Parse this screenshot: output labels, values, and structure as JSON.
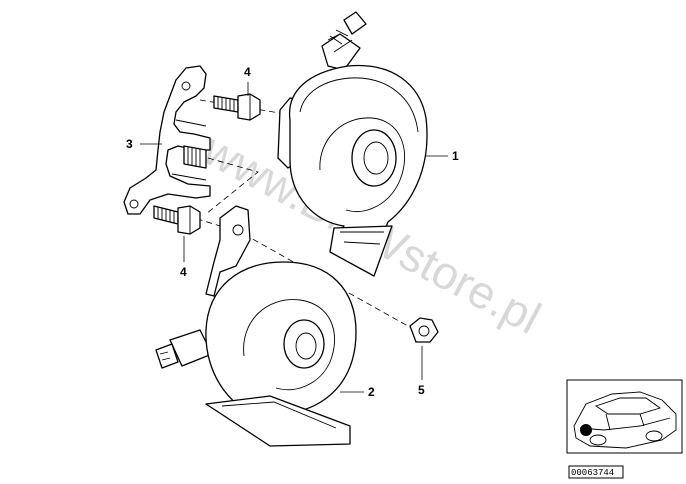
{
  "diagram": {
    "callouts": {
      "horn_high": "1",
      "horn_low": "2",
      "bracket": "3",
      "bolt_upper": "4",
      "bolt_lower": "4",
      "nut": "5"
    },
    "watermark": "www.BMWstore.pl",
    "thumbnail": {
      "code": "00063744"
    }
  }
}
